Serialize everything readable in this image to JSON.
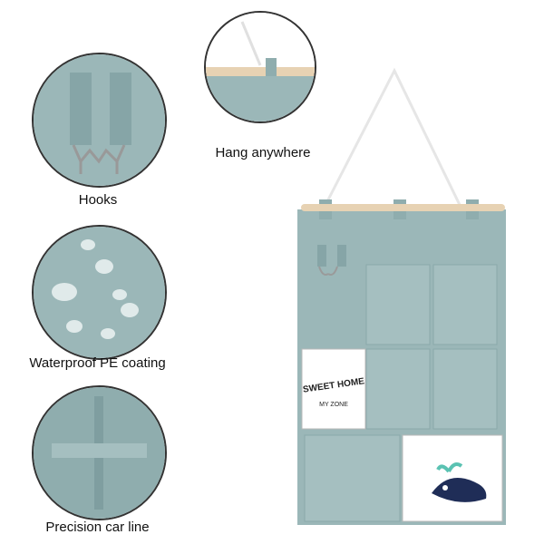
{
  "features": {
    "hooks": {
      "label": "Hooks"
    },
    "waterproof": {
      "label": "Waterproof PE coating"
    },
    "stitching": {
      "label": "Precision car line"
    },
    "hang": {
      "label": "Hang anywhere"
    }
  },
  "pockets": {
    "sweet_home_title": "SWEET HOME",
    "sweet_home_sub": "MY ZONE"
  },
  "colors": {
    "fabric": "#9bb7b8",
    "fabric_dark": "#7f9ea0",
    "fabric_light": "#b4cbcc",
    "rod": "#e7d2b3",
    "whale": "#1f2d57",
    "spout": "#5ac2b2",
    "outline": "#333333"
  },
  "icons": [
    "hook-icon",
    "water-drop-icon",
    "stitch-icon",
    "wooden-rod-icon",
    "whale-icon"
  ]
}
